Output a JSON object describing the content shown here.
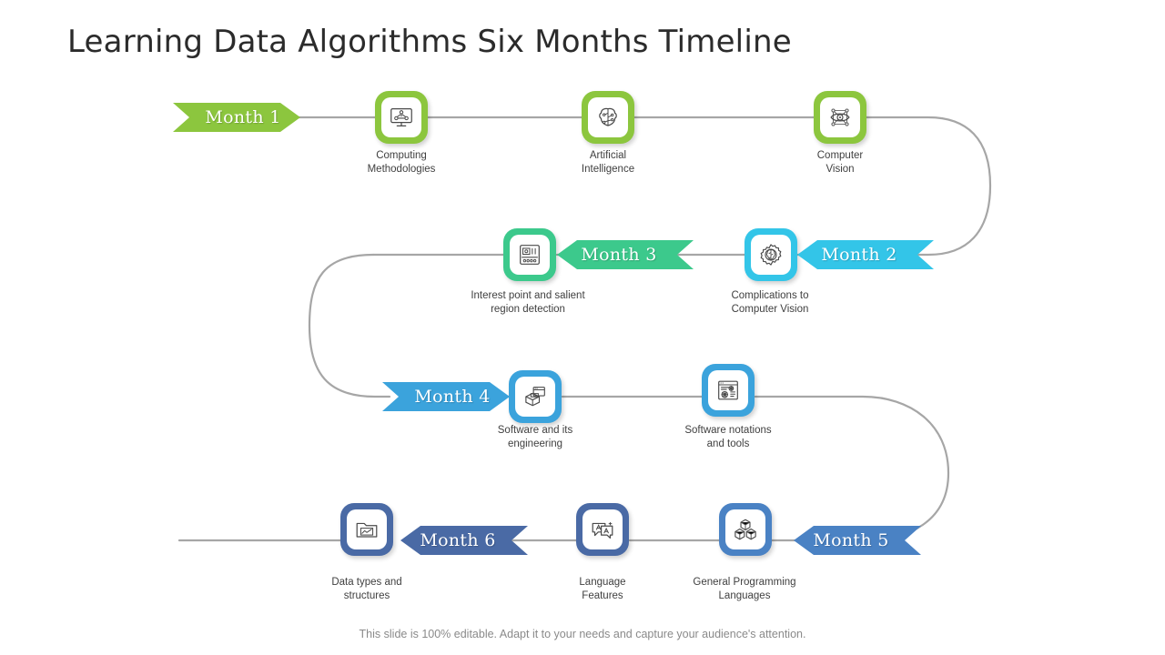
{
  "slide": {
    "title": "Learning Data Algorithms Six Months Timeline",
    "footer": "This slide is 100% editable. Adapt it to your needs and capture your audience's attention.",
    "background": "#FFFFFF",
    "connector_color": "#A6A6A6"
  },
  "palette": {
    "month1_green": "#8CC63E",
    "month2_cyan": "#33C5E8",
    "month3_spring": "#3CC98C",
    "month4_blue": "#3BA3DC",
    "month5_blue": "#4A82C4",
    "month6_slate": "#4A6AA5",
    "caption_text": "#3F3F3F",
    "title_text": "#2B2B2B",
    "footer_text": "#8A8A8A"
  },
  "milestones": [
    {
      "id": "month-1",
      "banner": "Month 1",
      "banner_direction": "right",
      "banner_color": "#8CC63E",
      "row": 1
    },
    {
      "id": "month-2",
      "banner": "Month 2",
      "banner_direction": "left",
      "banner_color": "#33C5E8",
      "row": 2
    },
    {
      "id": "month-3",
      "banner": "Month 3",
      "banner_direction": "left",
      "banner_color": "#3CC98C",
      "row": 2
    },
    {
      "id": "month-4",
      "banner": "Month 4",
      "banner_direction": "right",
      "banner_color": "#3BA3DC",
      "row": 3
    },
    {
      "id": "month-5",
      "banner": "Month 5",
      "banner_direction": "left",
      "banner_color": "#4A82C4",
      "row": 4
    },
    {
      "id": "month-6",
      "banner": "Month 6",
      "banner_direction": "left",
      "banner_color": "#4A6AA5",
      "row": 4
    }
  ],
  "nodes": [
    {
      "id": "computing-methodologies",
      "label": "Computing\nMethodologies",
      "icon": "monitor-network-icon",
      "tile_color": "#8CC63E",
      "row": 1
    },
    {
      "id": "artificial-intelligence",
      "label": "Artificial\nIntelligence",
      "icon": "brain-circuit-icon",
      "tile_color": "#8CC63E",
      "row": 1
    },
    {
      "id": "computer-vision",
      "label": "Computer\nVision",
      "icon": "eye-network-icon",
      "tile_color": "#8CC63E",
      "row": 1
    },
    {
      "id": "interest-point-salient-region",
      "label": "Interest point and salient\nregion detection",
      "icon": "detection-screen-icon",
      "tile_color": "#3CC98C",
      "row": 2
    },
    {
      "id": "complications-computer-vision",
      "label": "Complications to\nComputer Vision",
      "icon": "gear-brain-icon",
      "tile_color": "#33C5E8",
      "row": 2
    },
    {
      "id": "software-and-engineering",
      "label": "Software and its\nengineering",
      "icon": "package-window-icon",
      "tile_color": "#3BA3DC",
      "row": 3
    },
    {
      "id": "software-notations-tools",
      "label": "Software notations\nand tools",
      "icon": "document-gears-icon",
      "tile_color": "#3BA3DC",
      "row": 3
    },
    {
      "id": "data-types-structures",
      "label": "Data types and\nstructures",
      "icon": "folder-chart-icon",
      "tile_color": "#4A6AA5",
      "row": 4
    },
    {
      "id": "language-features",
      "label": "Language\nFeatures",
      "icon": "speech-translate-icon",
      "tile_color": "#4A6AA5",
      "row": 4
    },
    {
      "id": "general-programming-languages",
      "label": "General Programming\nLanguages",
      "icon": "cubes-stack-icon",
      "tile_color": "#4A82C4",
      "row": 4
    }
  ]
}
